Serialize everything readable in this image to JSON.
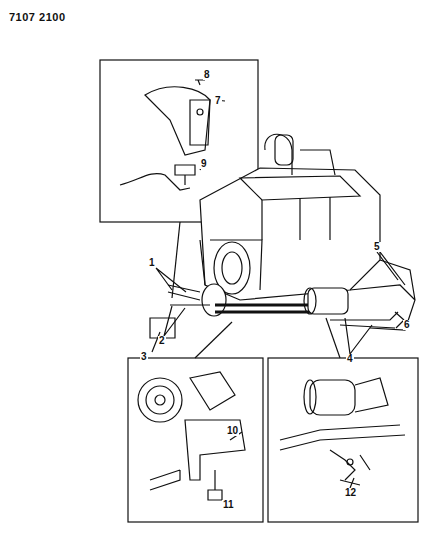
{
  "diagram": {
    "labels": [
      "7107 2100",
      "8",
      "7",
      "9",
      "1",
      "2",
      "3",
      "4",
      "5",
      "6",
      "10",
      "11",
      "12"
    ]
  }
}
